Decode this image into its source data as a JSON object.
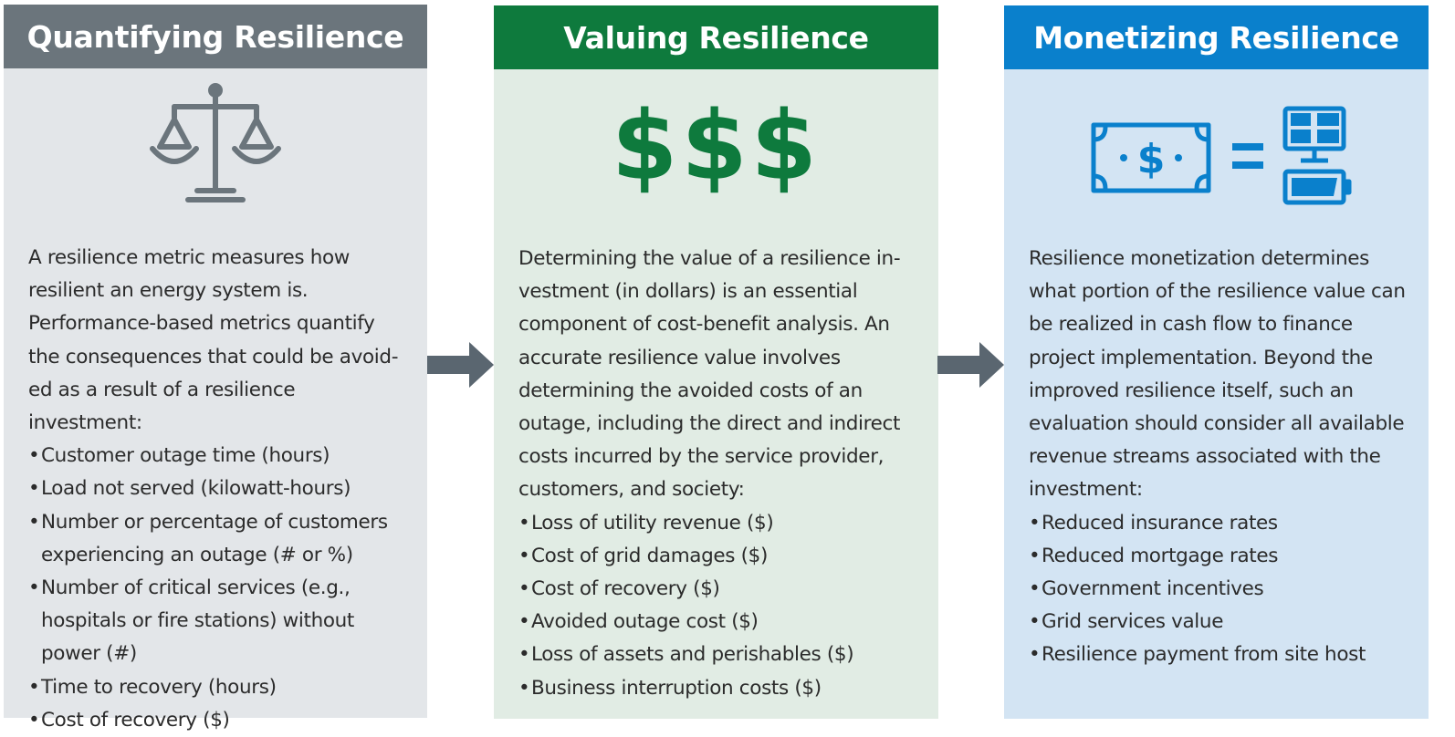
{
  "panels": [
    {
      "title": "Quantifying Resilience",
      "icon": "balance-scale-icon",
      "color": "#6b757c",
      "body_color": "#e3e6e9",
      "paragraph": "A resilience metric measures how resilient an energy system is. Performance-based metrics quantify the consequences that could be avoid­ed as a result of a resilience investment:",
      "bullets": [
        "Customer outage time (hours)",
        "Load not served (kilowatt-hours)",
        "Number or percentage of customers experiencing an outage (# or %)",
        "Number of critical services (e.g., hospi­tals or fire stations) without power (#)",
        "Time to recovery (hours)",
        "Cost of recovery ($)"
      ]
    },
    {
      "title": "Valuing Resilience",
      "icon": "dollar-signs-icon",
      "icon_text": "$$$",
      "color": "#0e7a3d",
      "body_color": "#e1ece4",
      "paragraph": "Determining the value of a resilience in­vestment (in dollars) is an essential compo­nent of cost-benefit analysis. An accurate resilience value involves determining the avoided costs of an outage, including the direct and indirect costs incurred by the service provider, customers, and society:",
      "bullets": [
        "Loss of utility revenue ($)",
        "Cost of grid damages ($)",
        "Cost of recovery ($)",
        "Avoided outage cost ($)",
        "Loss of assets and perishables ($)",
        "Business interruption costs ($)"
      ]
    },
    {
      "title": "Monetizing Resilience",
      "icon": "money-equals-solar-battery-icon",
      "color": "#0a80cc",
      "body_color": "#d3e4f3",
      "paragraph": "Resilience monetization determines what portion of the resilience value can be realized in cash flow to finance project implementation. Beyond the improved resilience itself, such an evaluation should consider all available revenue streams associated with the investment:",
      "bullets": [
        "Reduced insurance rates",
        "Reduced mortgage rates",
        "Government incentives",
        "Grid services value",
        "Resilience payment from site host"
      ]
    }
  ],
  "arrow_color": "#5a6670"
}
